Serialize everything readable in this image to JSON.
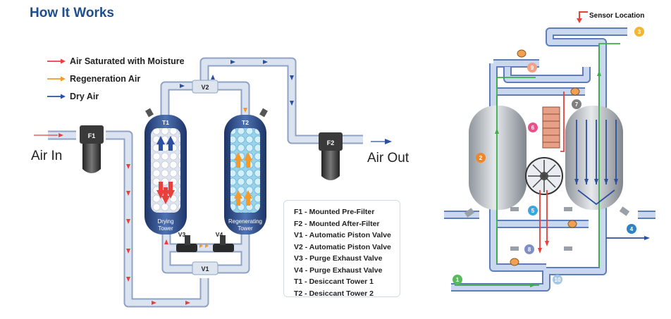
{
  "title": "How It Works",
  "legend": [
    {
      "label": "Air Saturated with Moisture",
      "color": "#e8413c"
    },
    {
      "label": "Regeneration Air",
      "color": "#f39a2b"
    },
    {
      "label": "Dry Air",
      "color": "#2c4f9e"
    }
  ],
  "air_in": "Air In",
  "air_out": "Air Out",
  "component_labels": {
    "f1": "F1",
    "f2": "F2",
    "t1": "T1",
    "t2": "T2",
    "v1": "V1",
    "v2": "V2",
    "v3": "V3",
    "v4": "V4",
    "drying_tower": [
      "Drying",
      "Tower"
    ],
    "regenerating_tower": [
      "Regenerating",
      "Tower"
    ]
  },
  "key": [
    "F1 - Mounted Pre-Filter",
    "F2 - Mounted After-Filter",
    "V1 - Automatic Piston Valve",
    "V2 - Automatic Piston Valve",
    "V3 - Purge Exhaust Valve",
    "V4 - Purge Exhaust Valve",
    "T1 - Desiccant Tower 1",
    "T2 - Desiccant Tower 2"
  ],
  "sensor_location": "Sensor Location",
  "markers": [
    {
      "n": "1",
      "color": "#5cb85c"
    },
    {
      "n": "2",
      "color": "#f0862a"
    },
    {
      "n": "3",
      "color": "#f2b632"
    },
    {
      "n": "4",
      "color": "#2d83c4"
    },
    {
      "n": "5",
      "color": "#3aa7e0"
    },
    {
      "n": "6",
      "color": "#e8528a"
    },
    {
      "n": "7",
      "color": "#808080"
    },
    {
      "n": "8",
      "color": "#7d8fc4"
    },
    {
      "n": "9",
      "color": "#f2a088"
    },
    {
      "n": "10",
      "color": "#a8c8e4"
    }
  ],
  "colors": {
    "pipe": "#c7d3e6",
    "pipe_edge": "#8ea3c3",
    "tower": "#2f4f8f",
    "red": "#e8413c",
    "orange": "#f39a2b",
    "blue": "#2c4f9e",
    "green": "#3cae4b"
  }
}
